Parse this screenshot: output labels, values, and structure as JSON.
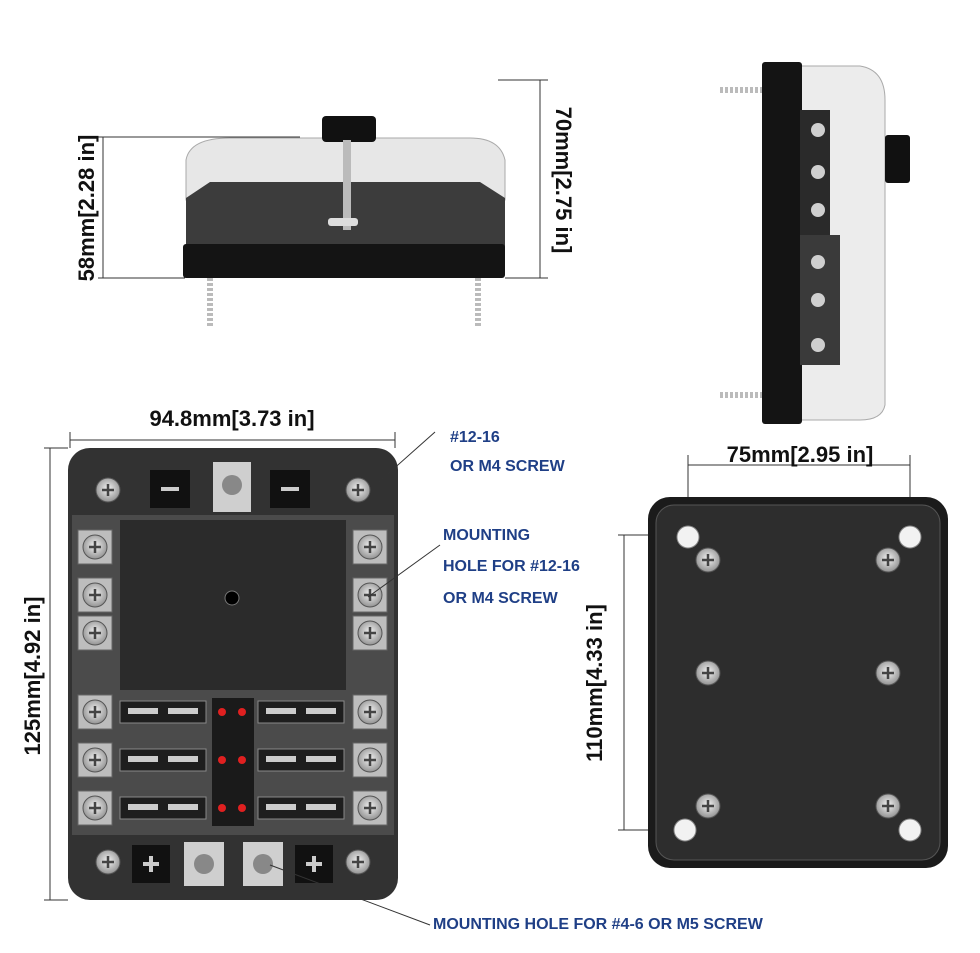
{
  "dimensions": {
    "side_height": "58mm[2.28 in]",
    "total_height": "70mm[2.75 in]",
    "width": "94.8mm[3.73 in]",
    "length": "125mm[4.92 in]",
    "mount_width": "75mm[2.95 in]",
    "mount_length": "110mm[4.33 in]"
  },
  "callouts": {
    "corner_screw_line1": "#12-16",
    "corner_screw_line2": "OR M4 SCREW",
    "mounting_line1": "MOUNTING",
    "mounting_line2": "HOLE FOR #12-16",
    "mounting_line3": "OR M4 SCREW",
    "bottom_mounting": "MOUNTING HOLE FOR #4-6 OR M5 SCREW"
  },
  "colors": {
    "callout_text": "#1f3f86",
    "body": "#2e2e2e",
    "led": "#e02020"
  }
}
